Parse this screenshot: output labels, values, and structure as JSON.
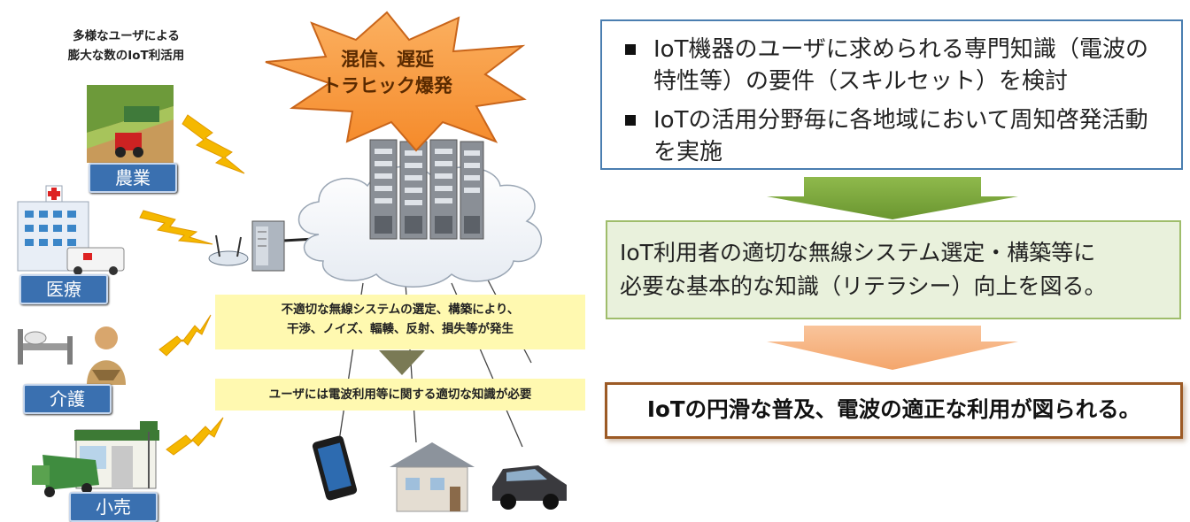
{
  "users_title": "多様なユーザによる\n膨大な数のIoT利活用",
  "sectors": [
    {
      "label": "農業"
    },
    {
      "label": "医療"
    },
    {
      "label": "介護"
    },
    {
      "label": "小売"
    }
  ],
  "burst_text": "混信、遅延\nトラヒック爆発",
  "problem_text": "不適切な無線システムの選定、構築により、\n干渉、ノイズ、輻輳、反射、損失等が発生",
  "need_text": "ユーザには電波利用等に関する適切な知識が必要",
  "tasks": [
    {
      "text": "IoT機器のユーザに求められる専門知識（電波の特性等）の要件（スキルセット）を検討"
    },
    {
      "text": "IoTの活用分野毎に各地域において周知啓発活動を実施"
    }
  ],
  "literacy_text": "IoT利用者の適切な無線システム選定・構築等に\n必要な基本的な知識（リテラシー）向上を図る。",
  "outcome_text": "IoTの円滑な普及、電波の適正な利用が図られる。",
  "colors": {
    "sector_label": "#3a70b0",
    "lightning": "#f5b800",
    "burst": "#f89b3c",
    "yellow_box": "#fff9b0",
    "task_border": "#4a7eb0",
    "green_arrow": "#76a23a",
    "literacy_fill": "#e9f1dc",
    "orange_arrow": "#f6b07e",
    "outcome_border": "#9c5a25"
  }
}
